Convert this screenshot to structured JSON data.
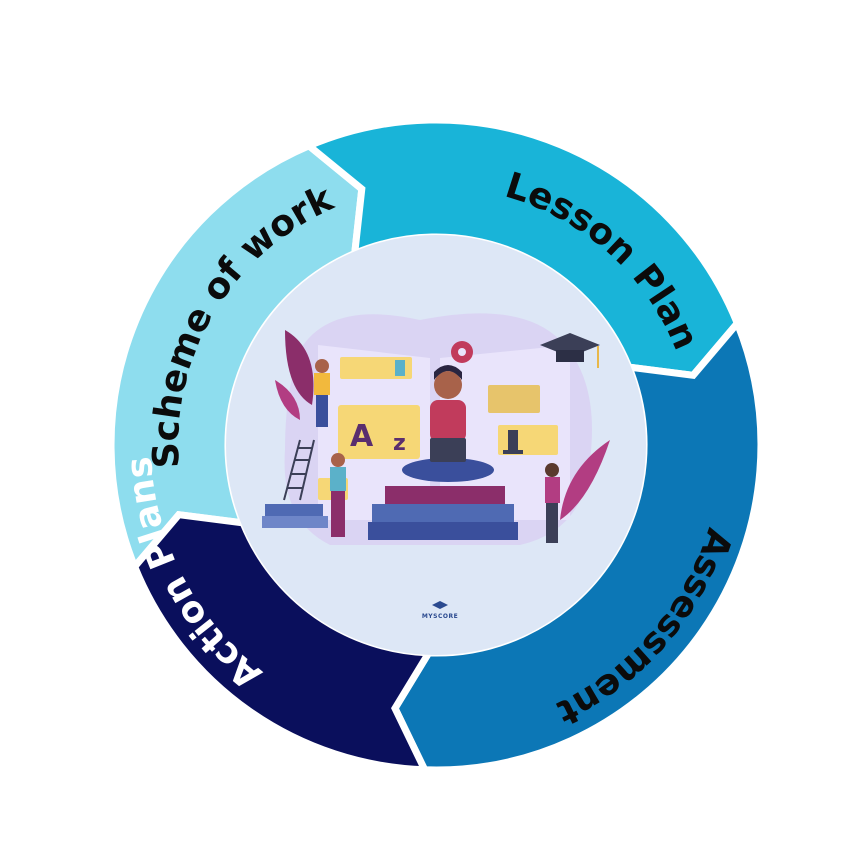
{
  "cycle": {
    "segments": [
      {
        "label": "Scheme of work",
        "color": "#8EDDEE",
        "text_color": "#0b0b0b"
      },
      {
        "label": "Lesson Plan",
        "color": "#19B4D8",
        "text_color": "#0b0b0b"
      },
      {
        "label": "Assessment",
        "color": "#0C77B6",
        "text_color": "#0b0b0b"
      },
      {
        "label": "Action Plans",
        "color": "#0A0F5C",
        "text_color": "#ffffff"
      }
    ],
    "gap_color": "#ffffff"
  },
  "center": {
    "background": "#DDE7F6",
    "illustration": "education-study-icon",
    "az_label_a": "A",
    "az_label_z": "z",
    "logo_text": "MYSCORE"
  }
}
